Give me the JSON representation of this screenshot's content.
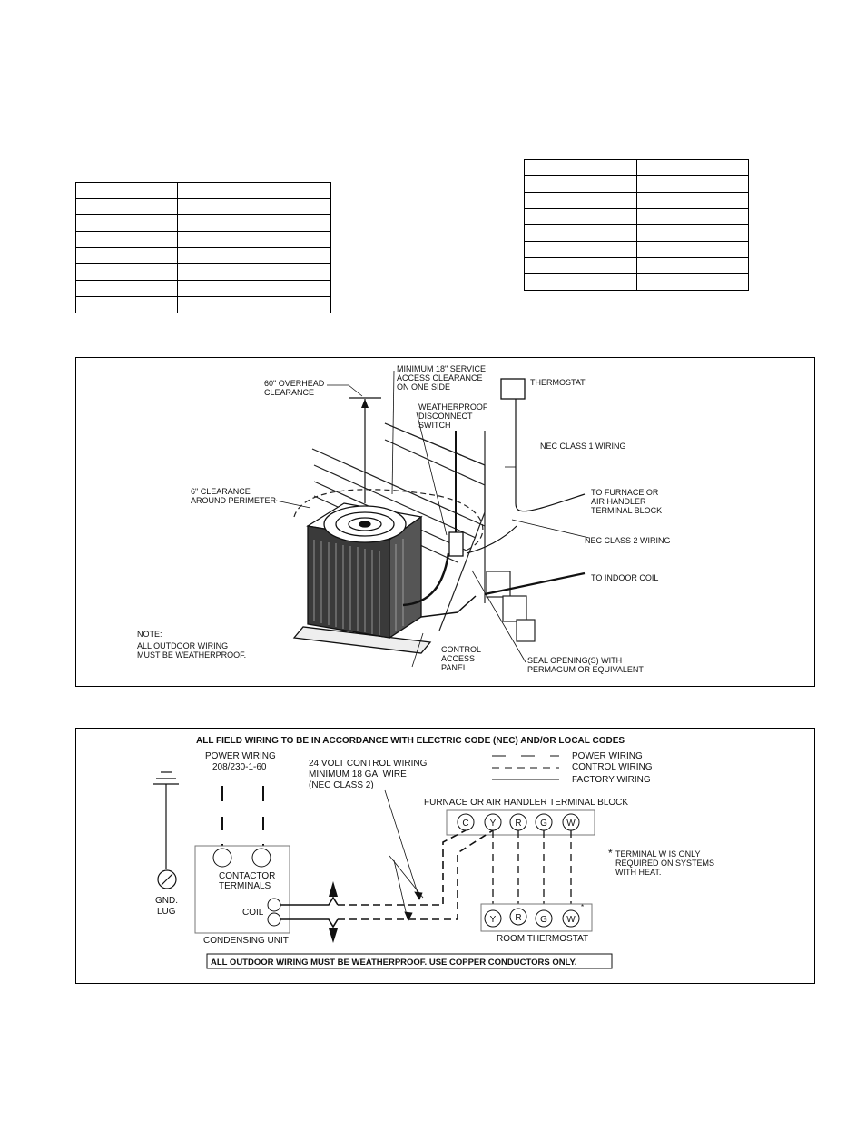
{
  "table_left": {
    "rows": 8
  },
  "table_right": {
    "rows": 8
  },
  "installation": {
    "overhead_clearance": [
      "60\" OVERHEAD",
      "CLEARANCE"
    ],
    "service_clearance": [
      "MINIMUM 18\" SERVICE",
      "ACCESS CLEARANCE",
      "ON ONE SIDE"
    ],
    "thermostat": "THERMOSTAT",
    "disconnect": [
      "WEATHERPROOF",
      "DISCONNECT",
      "SWITCH"
    ],
    "nec_class1": "NEC CLASS 1 WIRING",
    "perimeter": [
      "6\" CLEARANCE",
      "AROUND PERIMETER"
    ],
    "furnace_block": [
      "TO FURNACE OR",
      "AIR HANDLER",
      "TERMINAL BLOCK"
    ],
    "nec_class2": "NEC CLASS 2 WIRING",
    "indoor_coil": "TO INDOOR COIL",
    "note": [
      "NOTE:",
      "ALL OUTDOOR WIRING",
      "MUST BE WEATHERPROOF."
    ],
    "control_panel": [
      "CONTROL",
      "ACCESS",
      "PANEL"
    ],
    "seal": [
      "SEAL OPENING(S) WITH",
      "PERMAGUM OR EQUIVALENT"
    ]
  },
  "wiring": {
    "header": "ALL FIELD WIRING TO BE IN ACCORDANCE WITH ELECTRIC CODE (NEC)  AND/OR LOCAL CODES",
    "power_wiring": [
      "POWER WIRING",
      "208/230-1-60"
    ],
    "control_wiring": [
      "24 VOLT CONTROL WIRING",
      "MINIMUM 18 GA. WIRE",
      "(NEC CLASS 2)"
    ],
    "legend": [
      "POWER WIRING",
      "CONTROL WIRING",
      "FACTORY WIRING"
    ],
    "terminal_block_title": "FURNACE OR AIR HANDLER TERMINAL BLOCK",
    "terminals": [
      "C",
      "Y",
      "R",
      "G",
      "W"
    ],
    "terminal_note": [
      "TERMINAL W IS ONLY",
      "REQUIRED ON SYSTEMS",
      "WITH HEAT."
    ],
    "asterisk": "*",
    "gnd": [
      "GND.",
      "LUG"
    ],
    "contactor": [
      "CONTACTOR",
      "TERMINALS"
    ],
    "coil": "COIL",
    "condensing_unit": "CONDENSING UNIT",
    "thermostat_terminals": [
      "Y",
      "R",
      "G",
      "W"
    ],
    "room_thermostat": "ROOM THERMOSTAT",
    "footer": "ALL OUTDOOR WIRING MUST BE WEATHERPROOF.   USE COPPER CONDUCTORS ONLY."
  }
}
